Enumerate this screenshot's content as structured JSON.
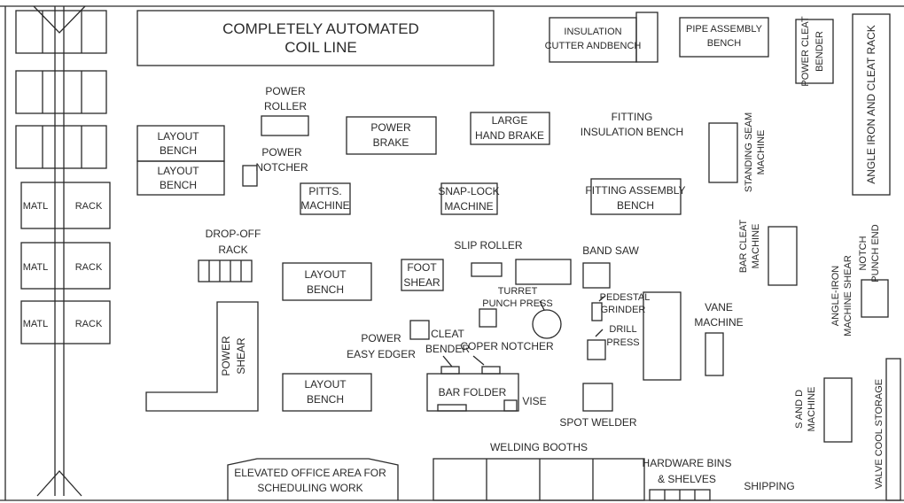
{
  "labels": {
    "coil_line": [
      "COMPLETELY AUTOMATED",
      "COIL LINE"
    ],
    "insulation_cutter": [
      "INSULATION",
      "CUTTER ANDBENCH"
    ],
    "pipe_assembly": [
      "PIPE ASSEMBLY",
      "BENCH"
    ],
    "power_cleat_bender": [
      "POWER CLEAT",
      "BENDER"
    ],
    "angle_iron_rack": "ANGLE IRON AND CLEAT RACK",
    "power_roller": [
      "POWER",
      "ROLLER"
    ],
    "power_brake": [
      "POWER",
      "BRAKE"
    ],
    "large_hand_brake": [
      "LARGE",
      "HAND BRAKE"
    ],
    "fitting_insulation": [
      "FITTING",
      "INSULATION BENCH"
    ],
    "standing_seam": [
      "STANDING SEAM",
      "MACHINE"
    ],
    "layout_bench": [
      "LAYOUT",
      "BENCH"
    ],
    "power_notcher": [
      "POWER",
      "NOTCHER"
    ],
    "pitts_machine": [
      "PITTS.",
      "MACHINE"
    ],
    "snap_lock": [
      "SNAP-LOCK",
      "MACHINE"
    ],
    "fitting_assembly": [
      "FITTING ASSEMBLY",
      "BENCH"
    ],
    "matl": "MATL",
    "rack": "RACK",
    "drop_off_rack": [
      "DROP-OFF",
      "RACK"
    ],
    "slip_roller": "SLIP ROLLER",
    "band_saw": "BAND SAW",
    "bar_cleat": [
      "BAR CLEAT",
      "MACHINE"
    ],
    "angle_iron_shear": [
      "ANGLE-IRON",
      "MACHINE SHEAR"
    ],
    "notch_punch": [
      "NOTCH",
      "PUNCH END"
    ],
    "foot_shear": [
      "FOOT",
      "SHEAR"
    ],
    "turret_punch": [
      "TURRET",
      "PUNCH PRESS"
    ],
    "pedestal_grinder": [
      "PEDESTAL",
      "GRINDER"
    ],
    "vane_machine": [
      "VANE",
      "MACHINE"
    ],
    "power_shear": [
      "POWER",
      "SHEAR"
    ],
    "power_easy_edger": [
      "POWER",
      "EASY EDGER"
    ],
    "cleat_bender": [
      "CLEAT",
      "BENDER"
    ],
    "coper_notcher": "COPER NOTCHER",
    "drill_press": [
      "DRILL",
      "PRESS"
    ],
    "bar_folder": "BAR FOLDER",
    "vise": "VISE",
    "spot_welder": "SPOT WELDER",
    "s_and_d": [
      "S AND D",
      "MACHINE"
    ],
    "valve_cool_storage": "VALVE COOL STORAGE",
    "welding_booths": "WELDING BOOTHS",
    "elevated_office": [
      "ELEVATED OFFICE AREA FOR",
      "SCHEDULING WORK"
    ],
    "hardware_bins": [
      "HARDWARE BINS",
      "& SHELVES"
    ],
    "shipping": "SHIPPING"
  }
}
